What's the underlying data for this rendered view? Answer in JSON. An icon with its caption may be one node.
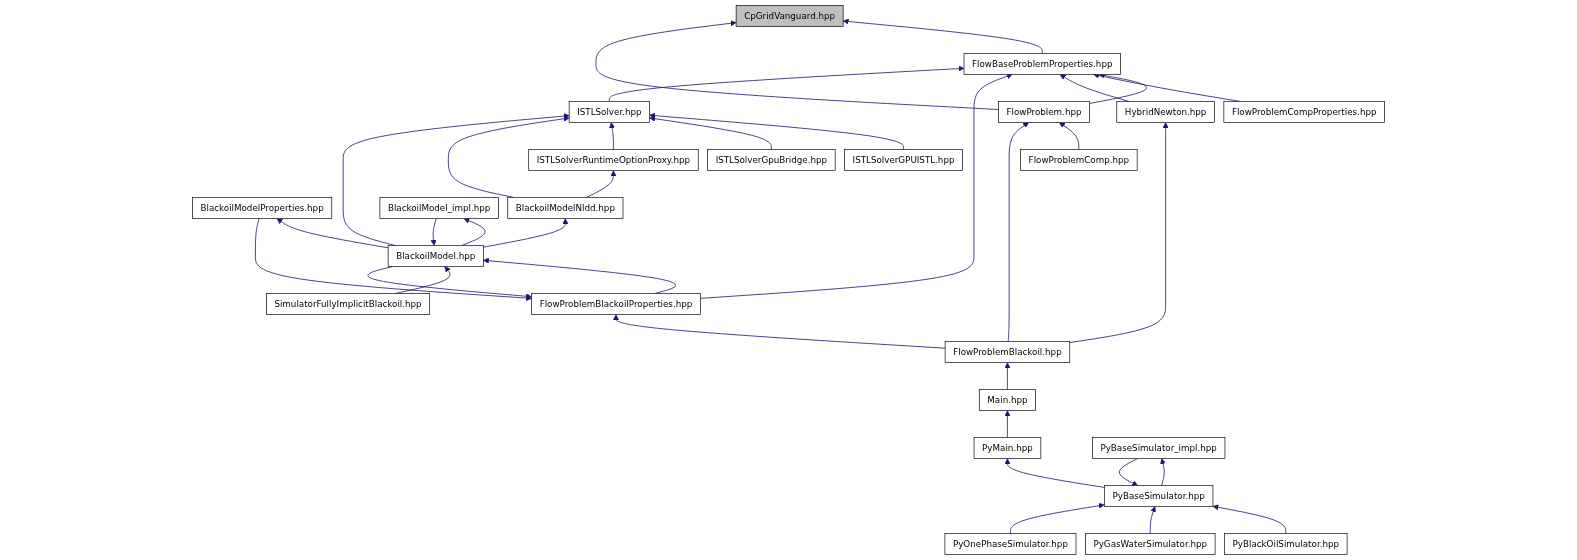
{
  "diagram": {
    "nodes": [
      {
        "text": [
          "CpGridVanguard.hpp"
        ]
      },
      {
        "text": [
          "FlowBaseProblemProperties.hpp"
        ]
      },
      {
        "text": [
          "FlowProblem.hpp"
        ]
      },
      {
        "text": [
          "FlowProblemCompProperties.hpp"
        ]
      },
      {
        "text": [
          "HybridNewton.hpp"
        ]
      },
      {
        "text": [
          "FlowProblemBlackoilProperties.hpp"
        ]
      },
      {
        "text": [
          "ISTLSolver.hpp"
        ]
      },
      {
        "text": [
          "FlowProblemComp.hpp"
        ]
      },
      {
        "text": [
          "FlowProblemBlackoil.hpp"
        ]
      },
      {
        "text": [
          "ISTLSolverGPUISTL.hpp"
        ]
      },
      {
        "text": [
          "ISTLSolverGpuBridge.hpp"
        ]
      },
      {
        "text": [
          "ISTLSolverRuntimeOptionProxy.hpp"
        ]
      },
      {
        "text": [
          "Main.hpp"
        ]
      },
      {
        "text": [
          "BlackoilModelProperties.hpp"
        ]
      },
      {
        "text": [
          "BlackoilModelNldd.hpp"
        ]
      },
      {
        "text": [
          "PyMain.hpp"
        ]
      },
      {
        "text": [
          "BlackoilModel.hpp"
        ]
      },
      {
        "text": [
          "PyBaseSimulator.hpp"
        ]
      },
      {
        "text": [
          "SimulatorFullyImplicitBlackoil.hpp"
        ]
      },
      {
        "text": [
          "BlackoilModel_impl.hpp"
        ]
      },
      {
        "text": [
          "PyBaseSimulator_impl.hpp"
        ]
      },
      {
        "text": [
          "PyBlackOilSimulator.hpp"
        ]
      },
      {
        "text": [
          "PyGasWaterSimulator.hpp"
        ]
      },
      {
        "text": [
          "PyOnePhaseSimulator.hpp"
        ]
      }
    ],
    "edges": [
      {
        "from": 1,
        "to": 0,
        "arrow": "to"
      },
      {
        "from": 2,
        "to": 0,
        "arrow": "to"
      },
      {
        "from": 2,
        "to": 1,
        "arrow": "to"
      },
      {
        "from": 3,
        "to": 1,
        "arrow": "to"
      },
      {
        "from": 4,
        "to": 1,
        "arrow": "to"
      },
      {
        "from": 5,
        "to": 1,
        "arrow": "to"
      },
      {
        "from": 6,
        "to": 1,
        "arrow": "to"
      },
      {
        "from": 7,
        "to": 2,
        "arrow": "to"
      },
      {
        "from": 8,
        "to": 2,
        "arrow": "to"
      },
      {
        "from": 8,
        "to": 4,
        "arrow": "to"
      },
      {
        "from": 8,
        "to": 5,
        "arrow": "to"
      },
      {
        "from": 13,
        "to": 5,
        "arrow": "to"
      },
      {
        "from": 16,
        "to": 5,
        "arrow": "to"
      },
      {
        "from": 5,
        "to": 16,
        "arrow": "to"
      },
      {
        "from": 9,
        "to": 6,
        "arrow": "to"
      },
      {
        "from": 10,
        "to": 6,
        "arrow": "to"
      },
      {
        "from": 11,
        "to": 6,
        "arrow": "to"
      },
      {
        "from": 14,
        "to": 6,
        "arrow": "to"
      },
      {
        "from": 16,
        "to": 6,
        "arrow": "to"
      },
      {
        "from": 14,
        "to": 11,
        "arrow": "to"
      },
      {
        "from": 16,
        "to": 14,
        "arrow": "to"
      },
      {
        "from": 16,
        "to": 13,
        "arrow": "to"
      },
      {
        "from": 12,
        "to": 8,
        "arrow": "to"
      },
      {
        "from": 15,
        "to": 12,
        "arrow": "to"
      },
      {
        "from": 17,
        "to": 15,
        "arrow": "to"
      },
      {
        "from": 18,
        "to": 16,
        "arrow": "to"
      },
      {
        "from": 19,
        "to": 16,
        "arrow": "to"
      },
      {
        "from": 16,
        "to": 19,
        "arrow": "to"
      },
      {
        "from": 20,
        "to": 17,
        "arrow": "to"
      },
      {
        "from": 17,
        "to": 20,
        "arrow": "to"
      },
      {
        "from": 21,
        "to": 17,
        "arrow": "to"
      },
      {
        "from": 22,
        "to": 17,
        "arrow": "to"
      },
      {
        "from": 23,
        "to": 17,
        "arrow": "to"
      }
    ]
  }
}
